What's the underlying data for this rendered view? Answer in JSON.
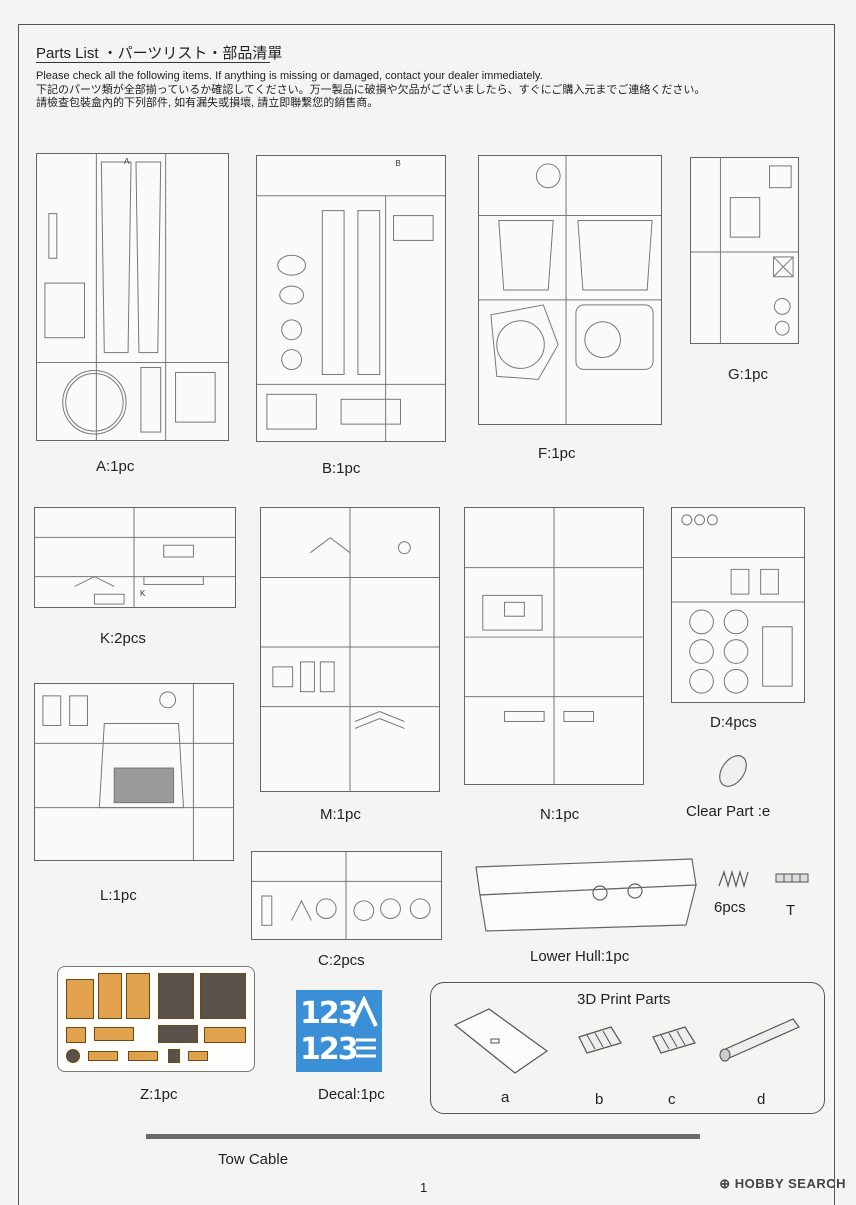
{
  "header": {
    "title": "Parts List ・パーツリスト・部品清單",
    "line_en": "Please check all the following items. If anything is missing or damaged, contact your dealer immediately.",
    "line_ja": "下記のパーツ類が全部揃っているか確認してください。万一製品に破損や欠品がございましたら、すぐにご購入元までご連絡ください。",
    "line_zh": "請檢查包裝盒內的下列部件, 如有漏失或損壞, 請立即聯繫您的銷售商。"
  },
  "sprue_letters": {
    "a": "A",
    "b": "B",
    "k": "K"
  },
  "parts": {
    "a": "A:1pc",
    "b": "B:1pc",
    "f": "F:1pc",
    "g": "G:1pc",
    "k": "K:2pcs",
    "m": "M:1pc",
    "n": "N:1pc",
    "d": "D:4pcs",
    "clear": "Clear Part :e",
    "l": "L:1pc",
    "c": "C:2pcs",
    "lower_hull": "Lower Hull:1pc",
    "springs": "6pcs",
    "t": "T",
    "z": "Z:1pc",
    "decal": "Decal:1pc",
    "tow_cable": "Tow Cable"
  },
  "decal": {
    "line1": "123",
    "line2": "123"
  },
  "print_parts": {
    "title": "3D Print Parts",
    "items": [
      "a",
      "b",
      "c",
      "d"
    ]
  },
  "footer": {
    "page_number": "1",
    "watermark": "HOBBY SEARCH"
  },
  "colors": {
    "photoetch": "#e1a24e",
    "decal_bg": "#3a8fd6"
  }
}
